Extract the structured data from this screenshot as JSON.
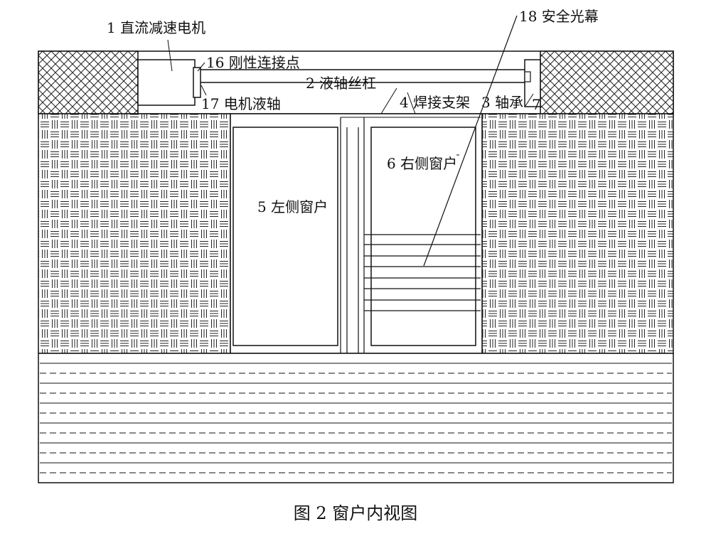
{
  "labels": {
    "motor": "1 直流减速电机",
    "rigid_joint": "16 刚性连接点",
    "screw_rod": "2 液轴丝杠",
    "motor_shaft": "17 电机液轴",
    "weld_bracket": "4 焊接支架",
    "bearing": "3 轴承",
    "right_marker": "7",
    "light_curtain": "18 安全光幕",
    "right_window": "6 右侧窗户",
    "left_window": "5 左侧窗户"
  },
  "caption": "图 2   窗户内视图"
}
